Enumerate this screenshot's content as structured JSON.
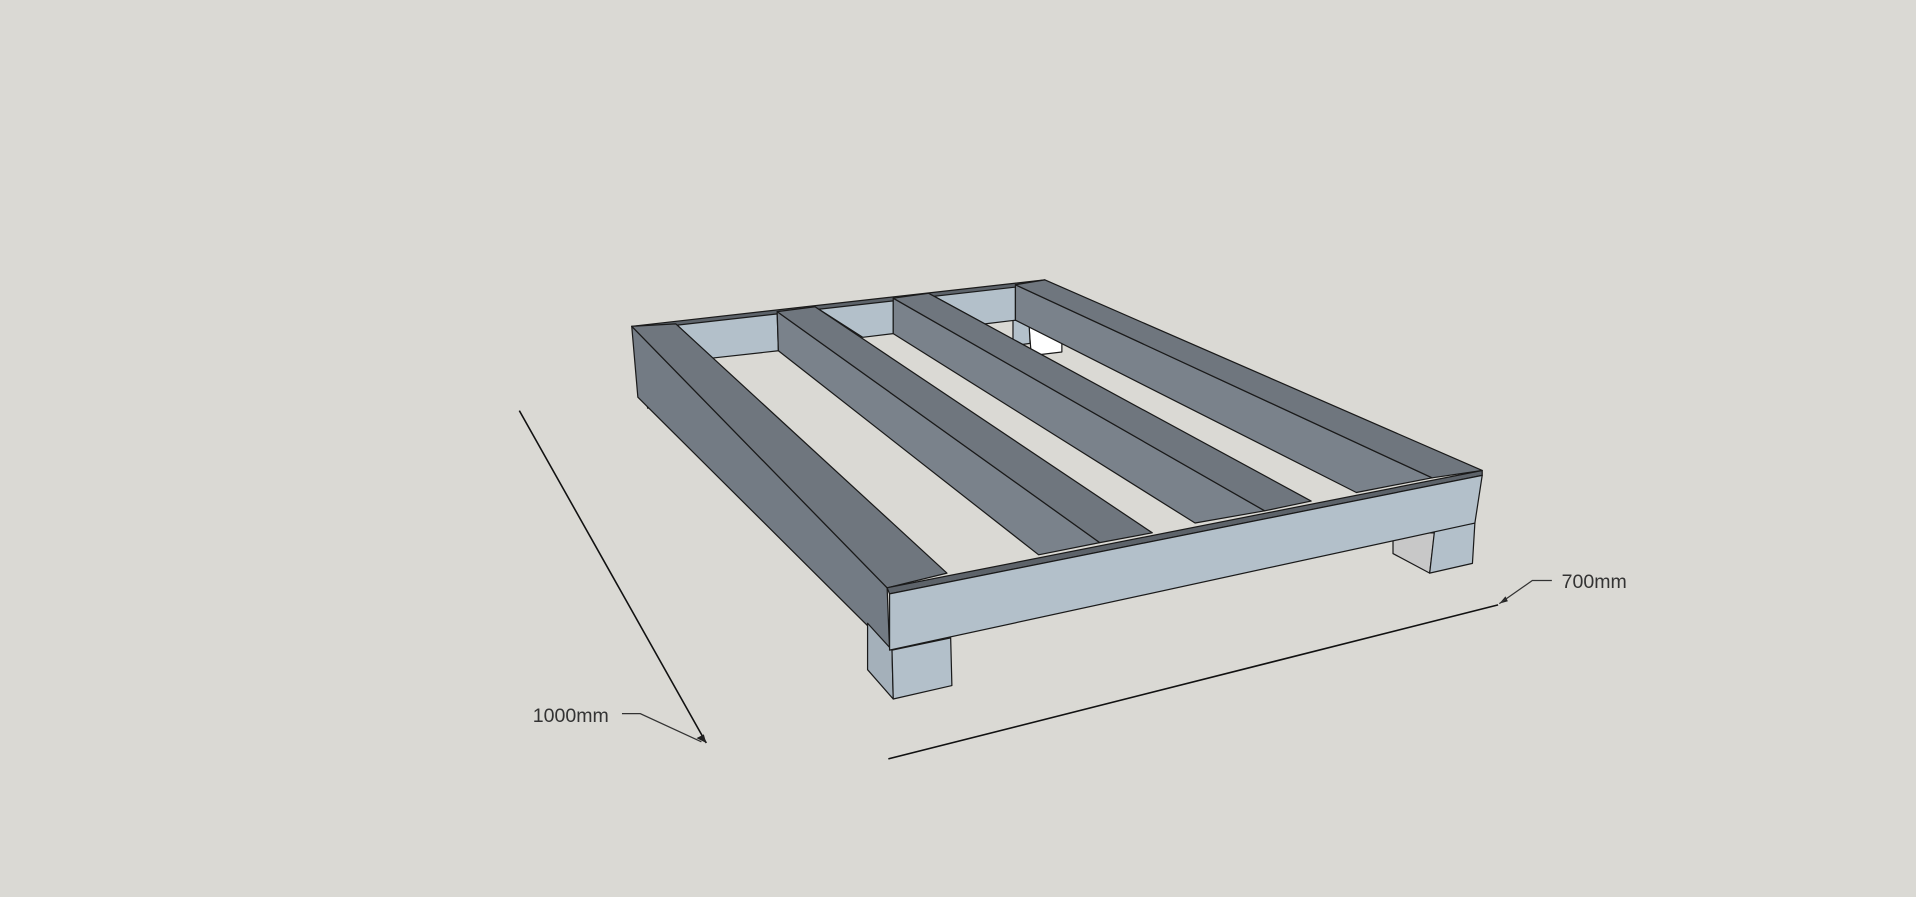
{
  "model": {
    "name": "pallet-frame",
    "colors": {
      "background": "#dad9d4",
      "top_face": "#6f767e",
      "side_face": "#7a828b",
      "front_face": "#b3c0ca",
      "hole": "#ffffff"
    }
  },
  "dimensions": {
    "length_label": "1000mm",
    "width_label": "700mm"
  }
}
